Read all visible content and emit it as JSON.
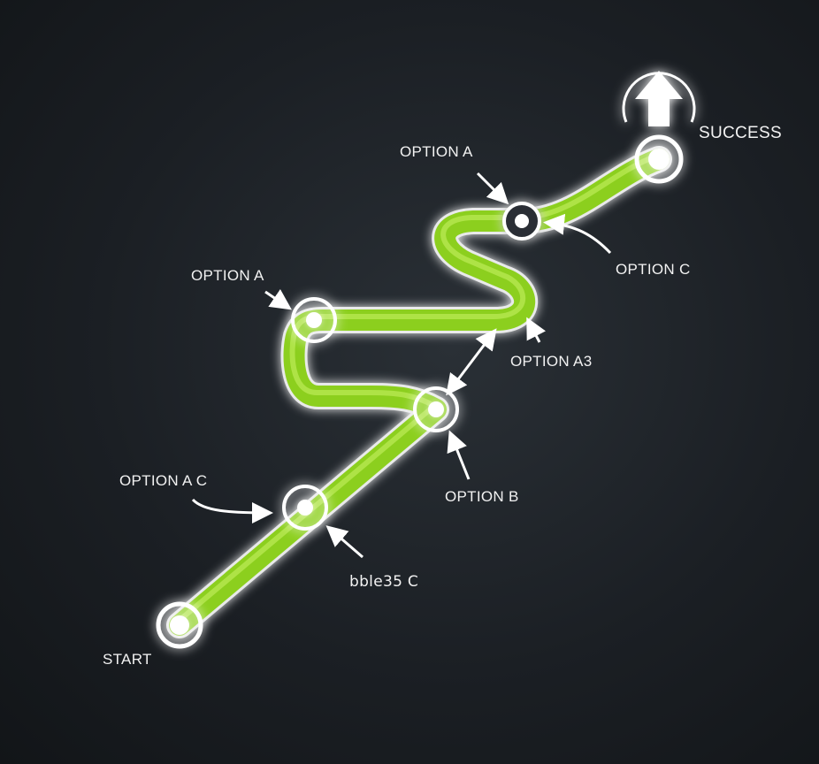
{
  "colors": {
    "path": "#8ccf1e",
    "path_highlight": "#c4f060",
    "node": "#ffffff",
    "background": "#1b1f24"
  },
  "labels": {
    "start": "START",
    "success": "SUCCESS",
    "option_a_c": "OPTION A C",
    "bble35_c": "bble35 C",
    "option_b": "OPTION B",
    "option_a3": "OPTION A3",
    "option_a_left": "OPTION A",
    "option_a_top": "OPTION A",
    "option_c": "OPTION C"
  },
  "icons": {
    "success": "up-arrow-icon"
  }
}
